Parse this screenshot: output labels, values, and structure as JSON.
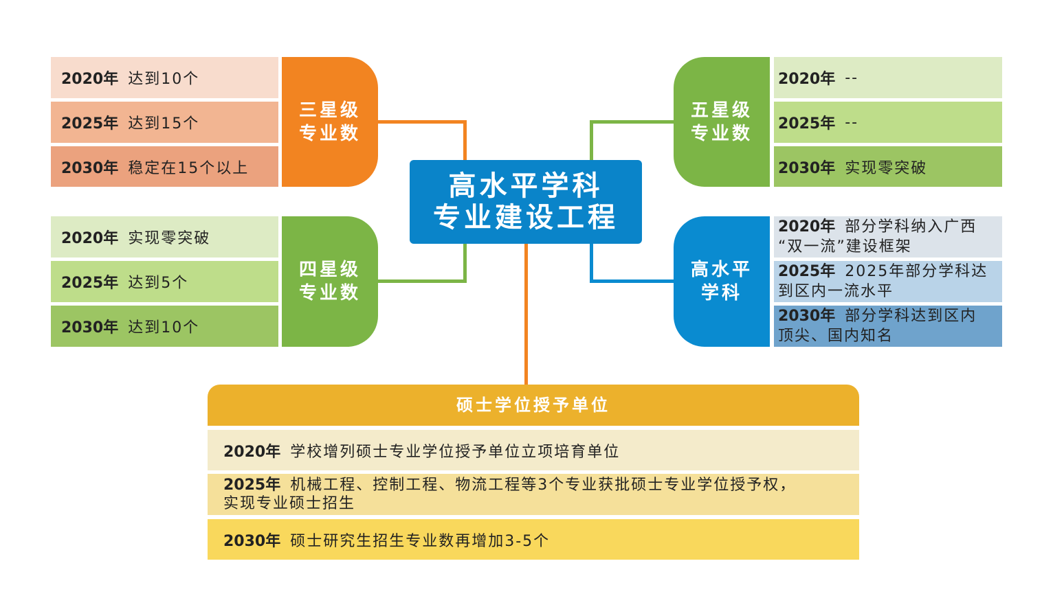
{
  "center_title": [
    "高水平学科",
    "专业建设工程"
  ],
  "three_star": {
    "label": [
      "三星级",
      "专业数"
    ],
    "rows": [
      {
        "year": "2020年",
        "text": "达到10个"
      },
      {
        "year": "2025年",
        "text": "达到15个"
      },
      {
        "year": "2030年",
        "text": "稳定在15个以上"
      }
    ]
  },
  "four_star": {
    "label": [
      "四星级",
      "专业数"
    ],
    "rows": [
      {
        "year": "2020年",
        "text": "实现零突破"
      },
      {
        "year": "2025年",
        "text": "达到5个"
      },
      {
        "year": "2030年",
        "text": "达到10个"
      }
    ]
  },
  "five_star": {
    "label": [
      "五星级",
      "专业数"
    ],
    "rows": [
      {
        "year": "2020年",
        "text": "--"
      },
      {
        "year": "2025年",
        "text": "--"
      },
      {
        "year": "2030年",
        "text": "实现零突破"
      }
    ]
  },
  "high_level": {
    "label": [
      "高水平",
      "学科"
    ],
    "rows": [
      {
        "year": "2020年",
        "text": "部分学科纳入广西",
        "text2": "“双一流”建设框架"
      },
      {
        "year": "2025年",
        "text": "2025年部分学科达",
        "text2": "到区内一流水平"
      },
      {
        "year": "2030年",
        "text": "部分学科达到区内",
        "text2": "顶尖、国内知名"
      }
    ]
  },
  "master": {
    "label": "硕士学位授予单位",
    "rows": [
      {
        "year": "2020年",
        "text": "学校增列硕士专业学位授予单位立项培育单位"
      },
      {
        "year": "2025年",
        "text": "机械工程、控制工程、物流工程等3个专业获批硕士专业学位授予权，",
        "text2": "实现专业硕士招生"
      },
      {
        "year": "2030年",
        "text": "硕士研究生招生专业数再增加3-5个"
      }
    ]
  },
  "colors": {
    "orange": "#F28421",
    "green": "#7CB546",
    "blue": "#0A8BD0",
    "gold": "#ECB12C"
  }
}
